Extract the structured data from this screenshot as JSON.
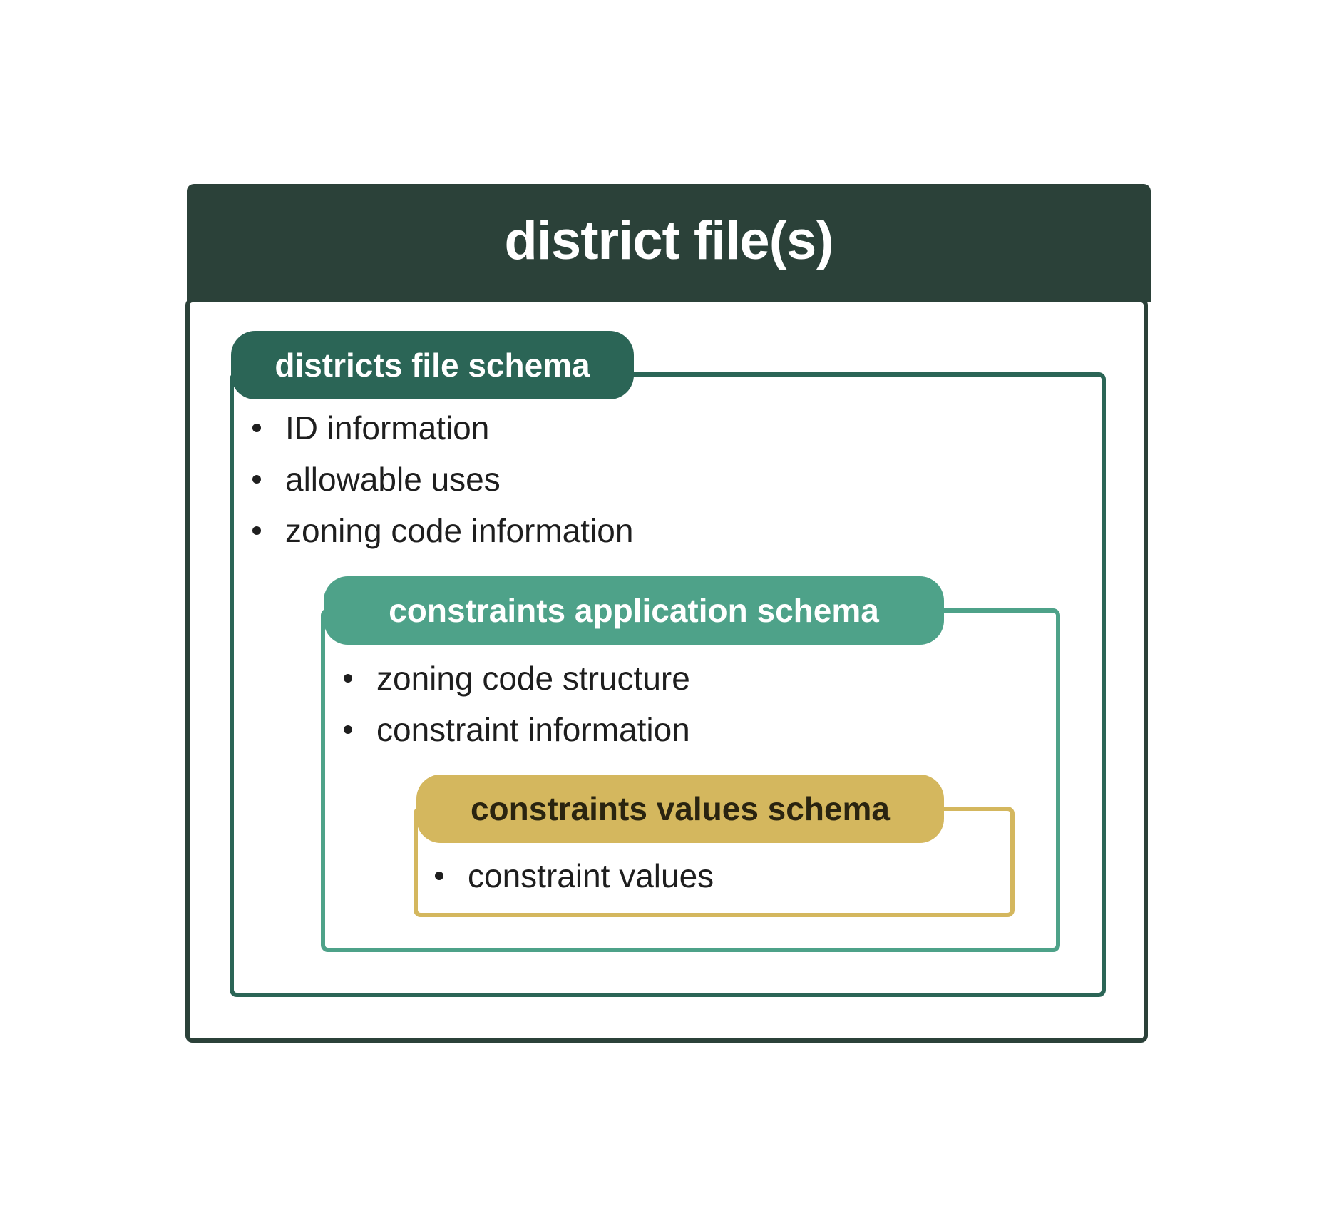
{
  "title": "district file(s)",
  "colors": {
    "outer": "#2b4139",
    "districts": "#2b6556",
    "application": "#4ea289",
    "values": "#d4b75e"
  },
  "districts_schema": {
    "label": "districts file schema",
    "items": [
      "ID information",
      "allowable uses",
      "zoning code information"
    ]
  },
  "application_schema": {
    "label": "constraints application schema",
    "items": [
      "zoning code structure",
      "constraint information"
    ]
  },
  "values_schema": {
    "label": "constraints values schema",
    "items": [
      "constraint values"
    ]
  }
}
